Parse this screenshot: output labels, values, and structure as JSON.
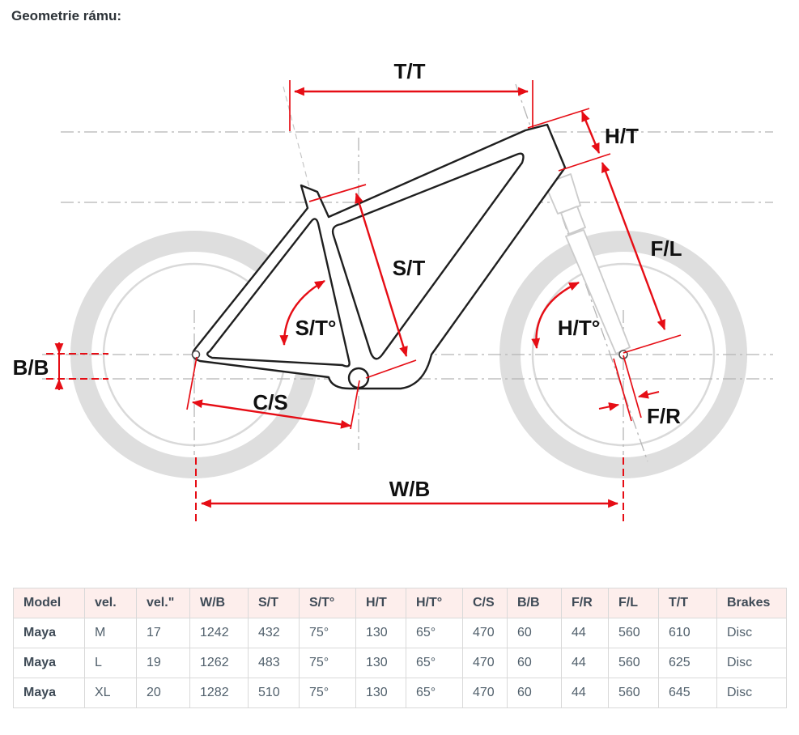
{
  "page": {
    "title": "Geometrie rámu:"
  },
  "colors": {
    "accent": "#e60d15",
    "table_header_bg": "#fdeeec"
  },
  "diagram": {
    "labels": {
      "tt": "T/T",
      "ht": "H/T",
      "fl": "F/L",
      "st": "S/T",
      "st_angle": "S/T°",
      "ht_angle": "H/T°",
      "bb": "B/B",
      "cs": "C/S",
      "fr": "F/R",
      "wb": "W/B"
    }
  },
  "table": {
    "columns": [
      "Model",
      "vel.",
      "vel.\"",
      "W/B",
      "S/T",
      "S/T°",
      "H/T",
      "H/T°",
      "C/S",
      "B/B",
      "F/R",
      "F/L",
      "T/T",
      "Brakes"
    ],
    "rows": [
      [
        "Maya",
        "M",
        "17",
        "1242",
        "432",
        "75°",
        "130",
        "65°",
        "470",
        "60",
        "44",
        "560",
        "610",
        "Disc"
      ],
      [
        "Maya",
        "L",
        "19",
        "1262",
        "483",
        "75°",
        "130",
        "65°",
        "470",
        "60",
        "44",
        "560",
        "625",
        "Disc"
      ],
      [
        "Maya",
        "XL",
        "20",
        "1282",
        "510",
        "75°",
        "130",
        "65°",
        "470",
        "60",
        "44",
        "560",
        "645",
        "Disc"
      ]
    ]
  }
}
